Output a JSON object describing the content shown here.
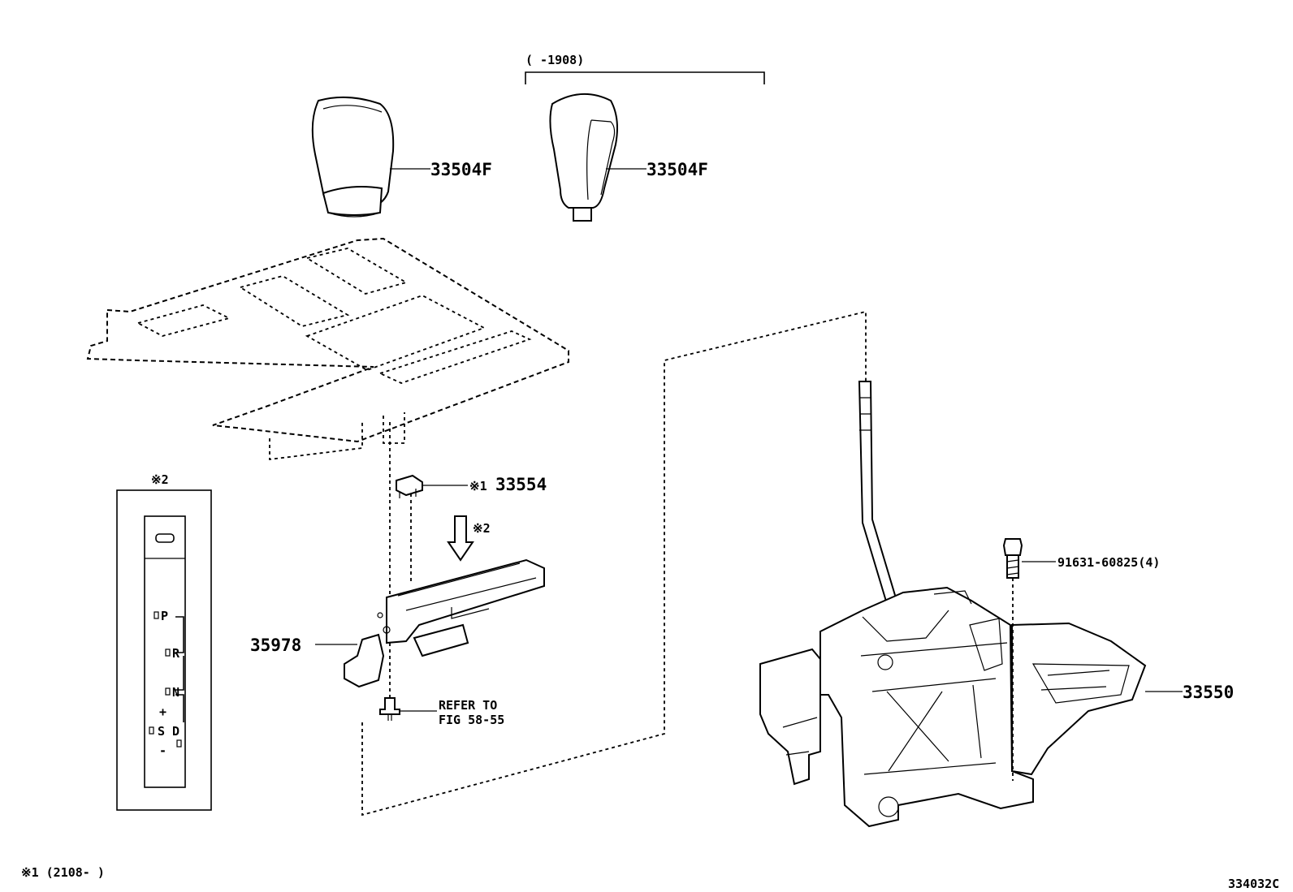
{
  "labels": {
    "knob_left": "33504F",
    "knob_right": "33504F",
    "knob_right_range": "(     -1908)",
    "lock_mark": "※1",
    "lock_part": "33554",
    "panel_mark": "※2",
    "arrow_mark": "※2",
    "switch_part": "35978",
    "refer_line1": "REFER TO",
    "refer_line2": "FIG 58-55",
    "bolt_part": "91631-60825(4)",
    "shifter_part": "33550",
    "footnote": "※1 (2108-    )",
    "diagram_code": "334032C"
  },
  "gate": {
    "p": "P",
    "r": "R",
    "n": "N",
    "d": "D",
    "s": "S",
    "plus": "+",
    "minus": "-"
  }
}
